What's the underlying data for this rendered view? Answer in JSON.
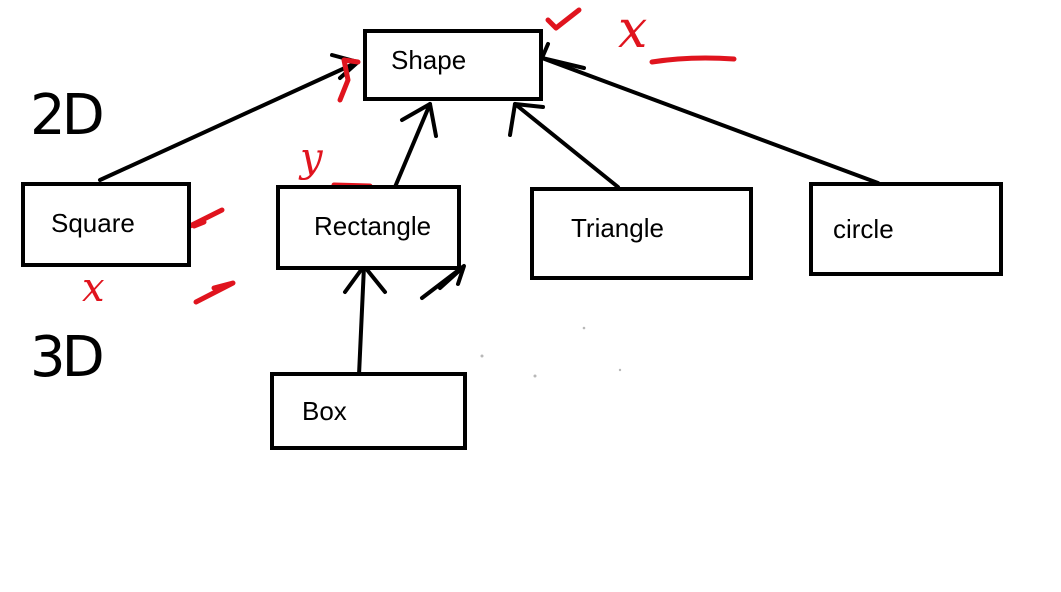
{
  "diagram": {
    "nodes": {
      "shape": "Shape",
      "square": "Square",
      "rectangle": "Rectangle",
      "triangle": "Triangle",
      "circle": "circle",
      "box": "Box"
    },
    "edges": [
      {
        "from": "square",
        "to": "shape"
      },
      {
        "from": "rectangle",
        "to": "shape"
      },
      {
        "from": "triangle",
        "to": "shape"
      },
      {
        "from": "circle",
        "to": "shape"
      },
      {
        "from": "box",
        "to": "rectangle"
      }
    ],
    "annotations": {
      "label_2d": "2D",
      "label_3d": "3D",
      "x_mark_shape": "x",
      "x_mark_square": "x",
      "y_mark_rectangle": "y"
    },
    "colors": {
      "ink": "#000000",
      "annotation": "#e0141e",
      "background": "#ffffff"
    }
  }
}
